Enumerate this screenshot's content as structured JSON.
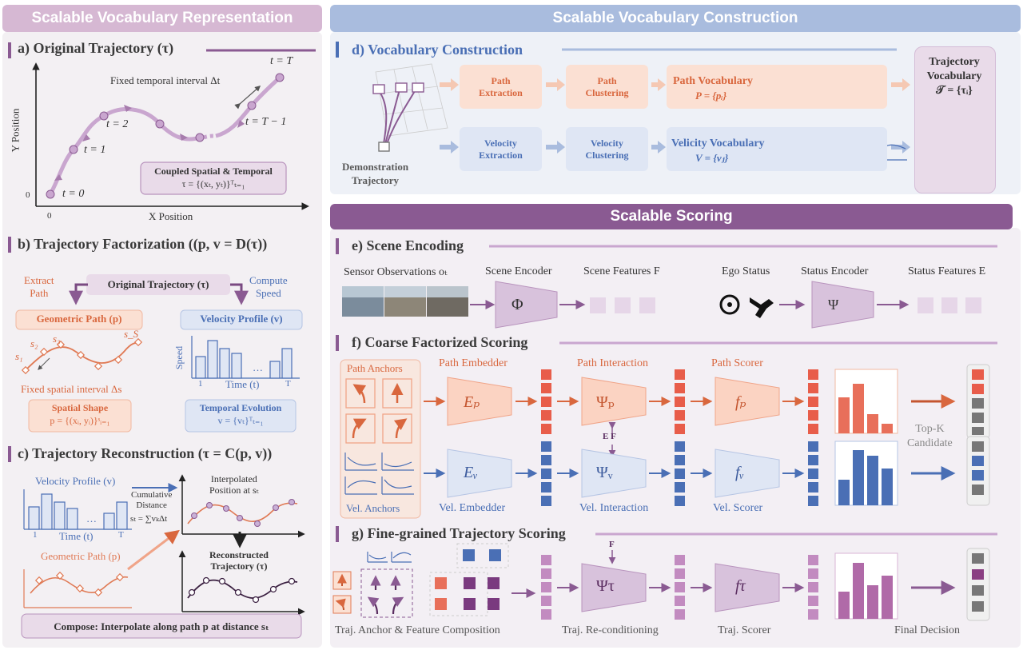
{
  "banners": {
    "left": "Scalable Vocabulary Representation",
    "top_right": "Scalable Vocabulary Construction",
    "scoring": "Scalable Scoring"
  },
  "a": {
    "title": "a) Original Trajectory (τ)",
    "y_axis": "Y Position",
    "x_axis": "X Position",
    "origin_x": "0",
    "origin_y": "0",
    "t0": "t = 0",
    "t1": "t = 1",
    "t2": "t = 2",
    "tT1": "t = T − 1",
    "tT": "t = T",
    "interval": "Fixed temporal interval Δt",
    "box_line1": "Coupled Spatial & Temporal",
    "box_line2": "τ = {(xₜ, yₜ)}ᵀₜ₌₁"
  },
  "b": {
    "title": "b) Trajectory Factorization ((p, v = D(τ))",
    "original": "Original Trajectory (τ)",
    "extract": "Extract\nPath",
    "compute": "Compute\nSpeed",
    "geo_path": "Geometric Path (p)",
    "vel_profile": "Velocity Profile (v)",
    "s1": "s₁",
    "s2": "s₂",
    "s3": "s₃",
    "sS": "s_S",
    "speed": "Speed",
    "tick1": "1",
    "tickT": "T",
    "dots": "…",
    "time": "Time (t)",
    "spatial_interval": "Fixed spatial interval Δs",
    "spatial_shape": "Spatial Shape",
    "spatial_formula": "p = {(xᵢ, yᵢ)}ˢᵢ₌₁",
    "temporal_evolution": "Temporal Evolution",
    "temporal_formula": "v = {vₜ}ᵀₜ₌₁"
  },
  "c": {
    "title": "c) Trajectory Reconstruction (τ = C(p, v))",
    "vel_profile": "Velocity Profile (v)",
    "cumulative": "Cumulative\nDistance",
    "formula": "sₜ = ∑vₖΔt",
    "interpolated": "Interpolated\nPosition at sₜ",
    "tick1": "1",
    "tickT": "T",
    "dots": "…",
    "time": "Time (t)",
    "geo_path": "Geometric Path (p)",
    "reconstructed": "Reconstructed\nTrajectory (τ)",
    "compose": "Compose: Interpolate along path p at distance sₜ"
  },
  "d": {
    "title": "d) Vocabulary Construction",
    "demo": "Demonstration\nTrajectory",
    "path_extraction": "Path\nExtraction",
    "path_clustering": "Path\nClustering",
    "path_vocab": "Path Vocabulary",
    "path_vocab_formula": "P = {pᵢ}",
    "vel_extraction": "Velocity\nExtraction",
    "vel_clustering": "Velocity\nClustering",
    "vel_vocab": "Velicity Vocabulary",
    "vel_vocab_formula": "V = {vⱼ}",
    "traj_vocab": "Trajectory\nVocabulary",
    "traj_vocab_formula": "𝒯 = {τᵢ}"
  },
  "e": {
    "title": "e) Scene Encoding",
    "sensor": "Sensor Observations oₜ",
    "scene_encoder": "Scene Encoder",
    "scene_features": "Scene Features F",
    "phi": "Φ",
    "ego_status": "Ego Status",
    "status_encoder": "Status Encoder",
    "status_features": "Status Features E",
    "psi": "Ψ"
  },
  "f": {
    "title": "f) Coarse Factorized Scoring",
    "path_anchors": "Path Anchors",
    "vel_anchors": "Vel. Anchors",
    "path_embedder": "Path Embedder",
    "path_interaction": "Path Interaction",
    "path_scorer": "Path Scorer",
    "vel_embedder": "Vel. Embedder",
    "vel_interaction": "Vel. Interaction",
    "vel_scorer": "Vel. Scorer",
    "Ep": "Eₚ",
    "Psip": "Ψₚ",
    "fp": "fₚ",
    "Ev": "Eᵥ",
    "Psiv": "Ψᵥ",
    "fv": "fᵥ",
    "ef": "E F",
    "topk": "Top-K\nCandidate"
  },
  "g": {
    "title": "g) Fine-grained Trajectory Scoring",
    "f": "F",
    "psi_tau": "Ψτ",
    "f_tau": "fτ",
    "anchor_comp": "Traj. Anchor & Feature Composition",
    "recond": "Traj. Re-conditioning",
    "scorer": "Traj. Scorer",
    "final": "Final Decision"
  },
  "colors": {
    "purple": "#8a5a92",
    "purple_light": "#e9dbe9",
    "orange": "#e07a55",
    "orange_light": "#fbe0d3",
    "blue": "#5a7dbe",
    "blue_light": "#dfe6f4",
    "banner_purple": "#8a5a92",
    "banner_blue": "#a9bcde",
    "banner_pink": "#d6b8d3"
  }
}
